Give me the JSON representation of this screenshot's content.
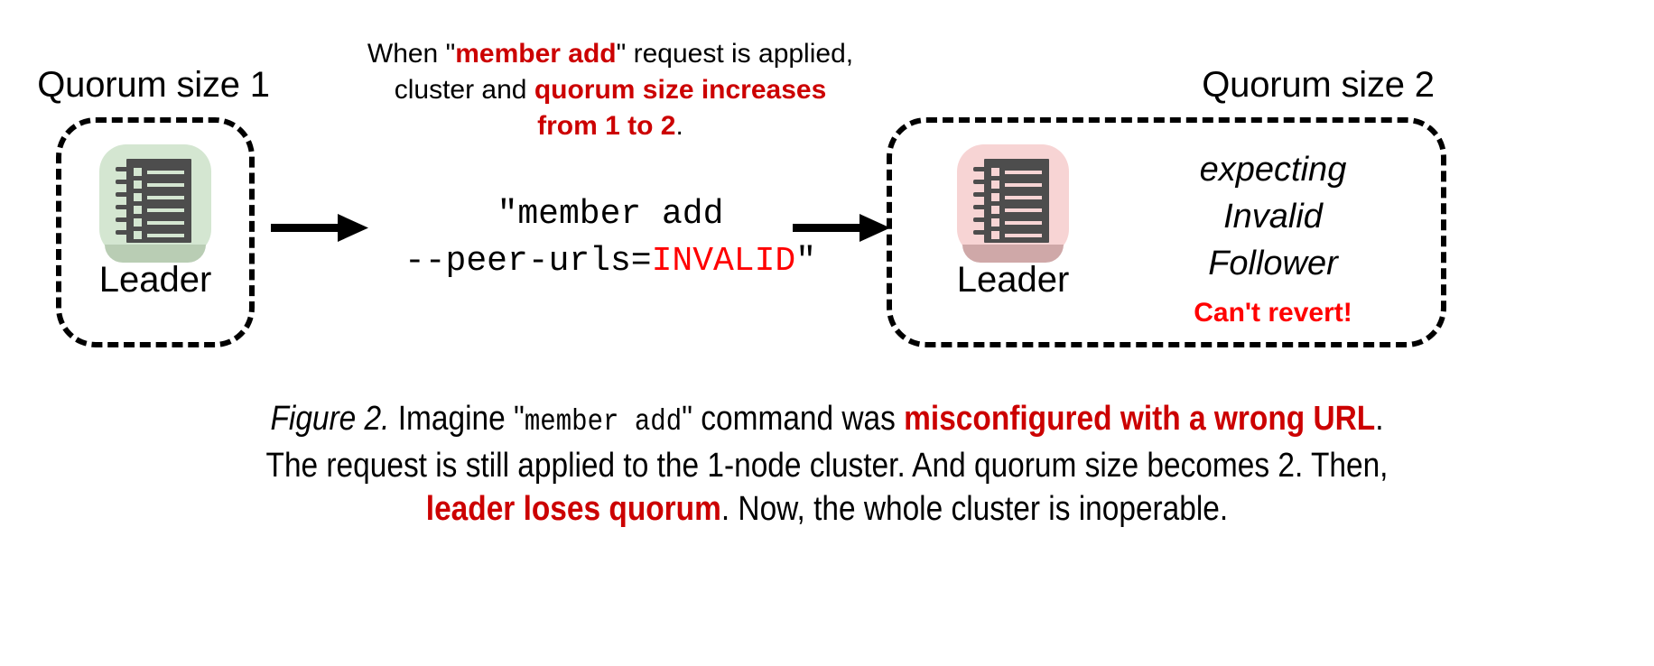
{
  "figure": {
    "left_cluster": {
      "title": "Quorum size 1",
      "node": {
        "label": "Leader",
        "icon": "server-log-icon",
        "tile_color": "#d4e6d1"
      }
    },
    "right_cluster": {
      "title": "Quorum size 2",
      "node": {
        "label": "Leader",
        "icon": "server-log-icon",
        "tile_color": "#f7d4d4"
      },
      "status_line1": "expecting",
      "status_line2": "Invalid",
      "status_line3": "Follower",
      "warning": "Can't revert!"
    },
    "annotation": {
      "line1_a": "When \"",
      "line1_b": "member add",
      "line1_c": "\" request is applied,",
      "line2_a": "cluster and ",
      "line2_b": "quorum size increases",
      "line3_b": "from 1 to 2",
      "line3_c": "."
    },
    "command": {
      "line1": "\"member add",
      "line2_a": "--peer-urls=",
      "line2_b": "INVALID",
      "line2_c": "\""
    },
    "arrows": {
      "left_arrow": "arrow-right-icon",
      "right_arrow": "arrow-right-icon"
    },
    "caption": {
      "l1_label": "Figure 2.",
      "l1_a": " Imagine \"",
      "l1_mono": "member add",
      "l1_b": "\" command was ",
      "l1_hl": "misconfigured with a wrong URL",
      "l1_c": ".",
      "l2": "The request is still applied to the 1-node cluster. And quorum size becomes 2. Then,",
      "l3_hl": "leader loses quorum",
      "l3_b": ". Now, the whole cluster is inoperable."
    },
    "colors": {
      "highlight_red": "#cc0000",
      "bright_red": "#ff0000",
      "green_tile": "#d4e6d1",
      "pink_tile": "#f7d4d4",
      "glyph_dark": "#4d4d4d"
    }
  }
}
